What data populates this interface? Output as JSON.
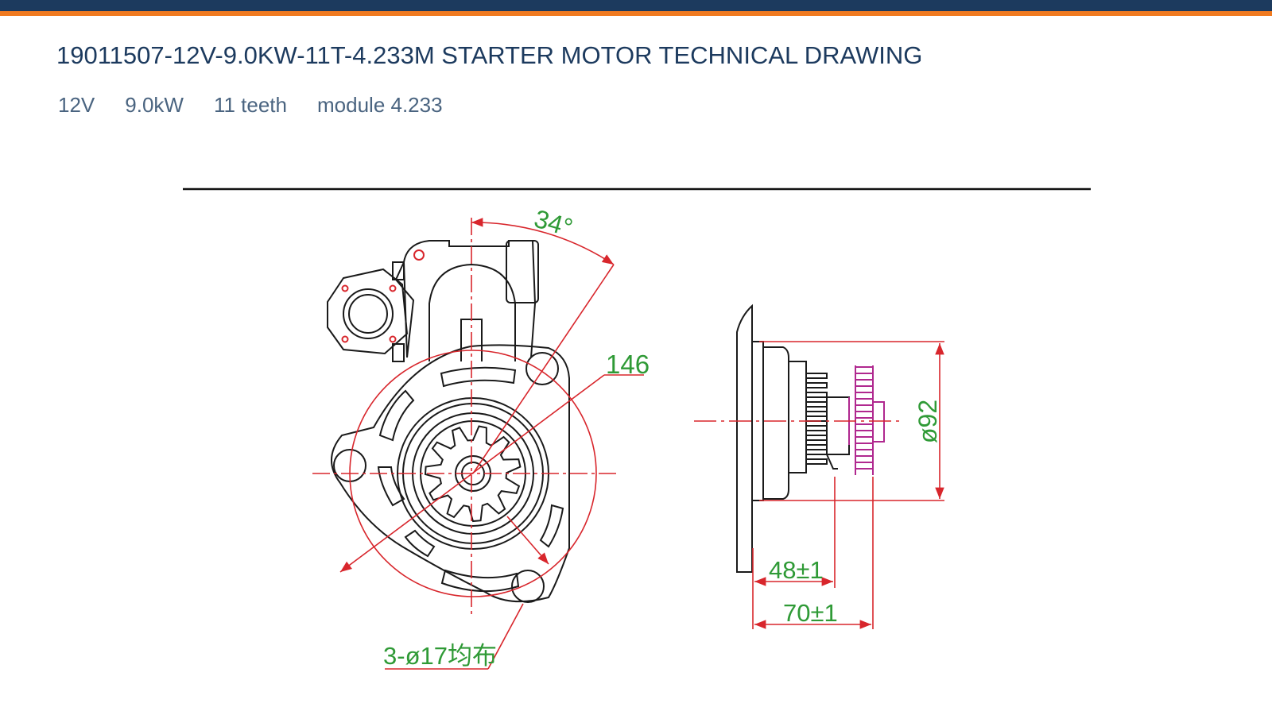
{
  "header": {
    "title": "19011507-12V-9.0KW-11T-4.233M STARTER MOTOR TECHNICAL DRAWING",
    "specs": [
      "12V",
      "9.0kW",
      "11 teeth",
      "module 4.233"
    ]
  },
  "drawing": {
    "dimensions": {
      "angle": "34°",
      "bolt_circle": "146",
      "holes": "3-ø17均布",
      "diameter": "ø92",
      "length_48": "48±1",
      "length_70": "70±1"
    }
  },
  "colors": {
    "navy": "#1c3a5e",
    "orange": "#f07a1f",
    "dimension_red": "#d8262c",
    "dimension_green": "#2f9a36",
    "gear_magenta": "#b0288f",
    "outline": "#1a1a1a"
  }
}
